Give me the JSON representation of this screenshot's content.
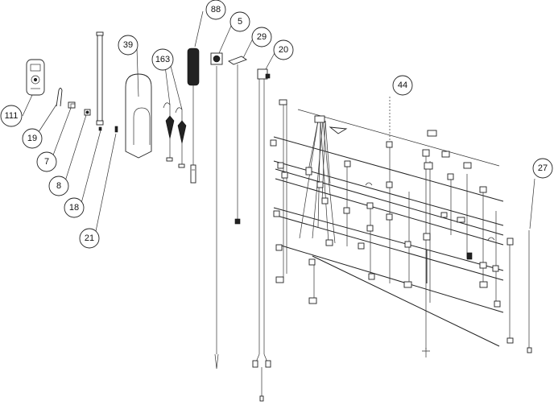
{
  "diagram": {
    "callouts": [
      {
        "label": "111"
      },
      {
        "label": "19"
      },
      {
        "label": "7"
      },
      {
        "label": "8"
      },
      {
        "label": "18"
      },
      {
        "label": "21"
      },
      {
        "label": "39"
      },
      {
        "label": "163"
      },
      {
        "label": "88"
      },
      {
        "label": "5"
      },
      {
        "label": "29"
      },
      {
        "label": "20"
      },
      {
        "label": "44"
      },
      {
        "label": "27"
      }
    ]
  }
}
